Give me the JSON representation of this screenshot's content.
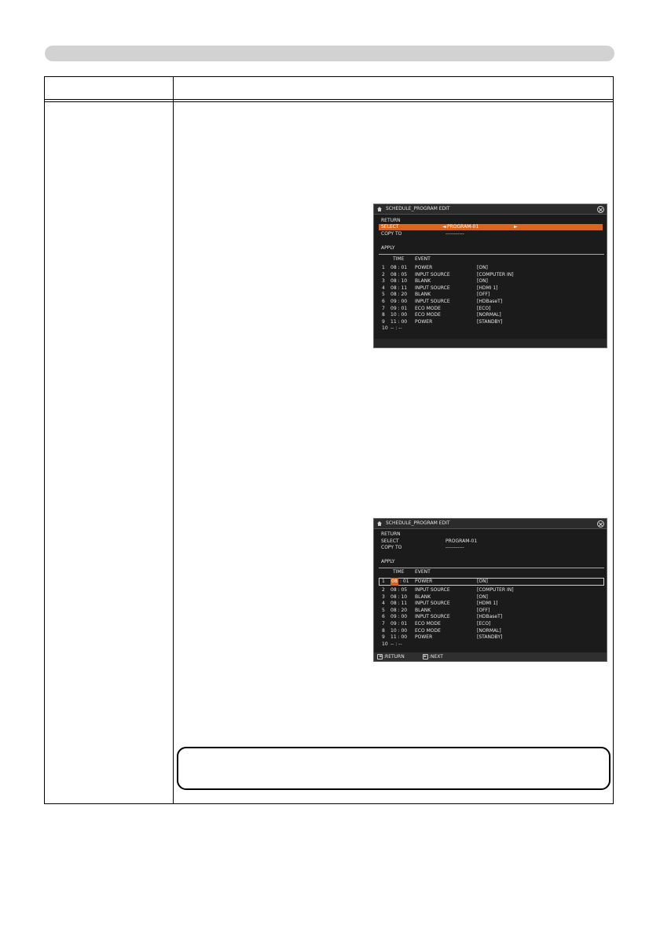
{
  "osd1": {
    "title": "SCHEDULE_PROGRAM EDIT",
    "menu": {
      "return_label": "RETURN",
      "select_label": "SELECT",
      "select_value": "PROGRAM-01",
      "copy_label": "COPY TO",
      "copy_value": "-----------",
      "apply_label": "APPLY"
    },
    "columns": {
      "time": "TIME",
      "event": "EVENT"
    },
    "rows": [
      {
        "num": "1",
        "time": "08 : 01",
        "event": "POWER",
        "param": "[ON]"
      },
      {
        "num": "2",
        "time": "08 : 05",
        "event": "INPUT SOURCE",
        "param": "[COMPUTER IN]"
      },
      {
        "num": "3",
        "time": "08 : 10",
        "event": "BLANK",
        "param": "[ON]"
      },
      {
        "num": "4",
        "time": "08 : 11",
        "event": "INPUT SOURCE",
        "param": "[HDMI 1]"
      },
      {
        "num": "5",
        "time": "08 : 20",
        "event": "BLANK",
        "param": "[OFF]"
      },
      {
        "num": "6",
        "time": "09 : 00",
        "event": "INPUT SOURCE",
        "param": "[HDBaseT]"
      },
      {
        "num": "7",
        "time": "09 : 01",
        "event": "ECO MODE",
        "param": "[ECO]"
      },
      {
        "num": "8",
        "time": "10 : 00",
        "event": "ECO MODE",
        "param": "[NORMAL]"
      },
      {
        "num": "9",
        "time": "11 : 00",
        "event": "POWER",
        "param": "[STANDBY]"
      },
      {
        "num": "10",
        "time": "-- : --",
        "event": "",
        "param": ""
      }
    ]
  },
  "osd2": {
    "title": "SCHEDULE_PROGRAM EDIT",
    "menu": {
      "return_label": "RETURN",
      "select_label": "SELECT",
      "select_value": "PROGRAM-01",
      "copy_label": "COPY TO",
      "copy_value": "-----------",
      "apply_label": "APPLY"
    },
    "columns": {
      "time": "TIME",
      "event": "EVENT"
    },
    "selected_row": {
      "num": "1",
      "hour": "08",
      "rest": ": 01",
      "event": "POWER",
      "param": "[ON]"
    },
    "rows": [
      {
        "num": "2",
        "time": "08 : 05",
        "event": "INPUT SOURCE",
        "param": "[COMPUTER IN]"
      },
      {
        "num": "3",
        "time": "08 : 10",
        "event": "BLANK",
        "param": "[ON]"
      },
      {
        "num": "4",
        "time": "08 : 11",
        "event": "INPUT SOURCE",
        "param": "[HDMI 1]"
      },
      {
        "num": "5",
        "time": "08 : 20",
        "event": "BLANK",
        "param": "[OFF]"
      },
      {
        "num": "6",
        "time": "09 : 00",
        "event": "INPUT SOURCE",
        "param": "[HDBaseT]"
      },
      {
        "num": "7",
        "time": "09 : 01",
        "event": "ECO MODE",
        "param": "[ECO]"
      },
      {
        "num": "8",
        "time": "10 : 00",
        "event": "ECO MODE",
        "param": "[NORMAL]"
      },
      {
        "num": "9",
        "time": "11 : 00",
        "event": "POWER",
        "param": "[STANDBY]"
      },
      {
        "num": "10",
        "time": "-- : --",
        "event": "",
        "param": ""
      }
    ],
    "footer": {
      "return_hint": ":RETURN",
      "next_hint": ":NEXT"
    }
  },
  "colors": {
    "highlight": "#d9661b",
    "osd_bg": "#1b1b1b",
    "topbar": "#d2d2d2"
  }
}
